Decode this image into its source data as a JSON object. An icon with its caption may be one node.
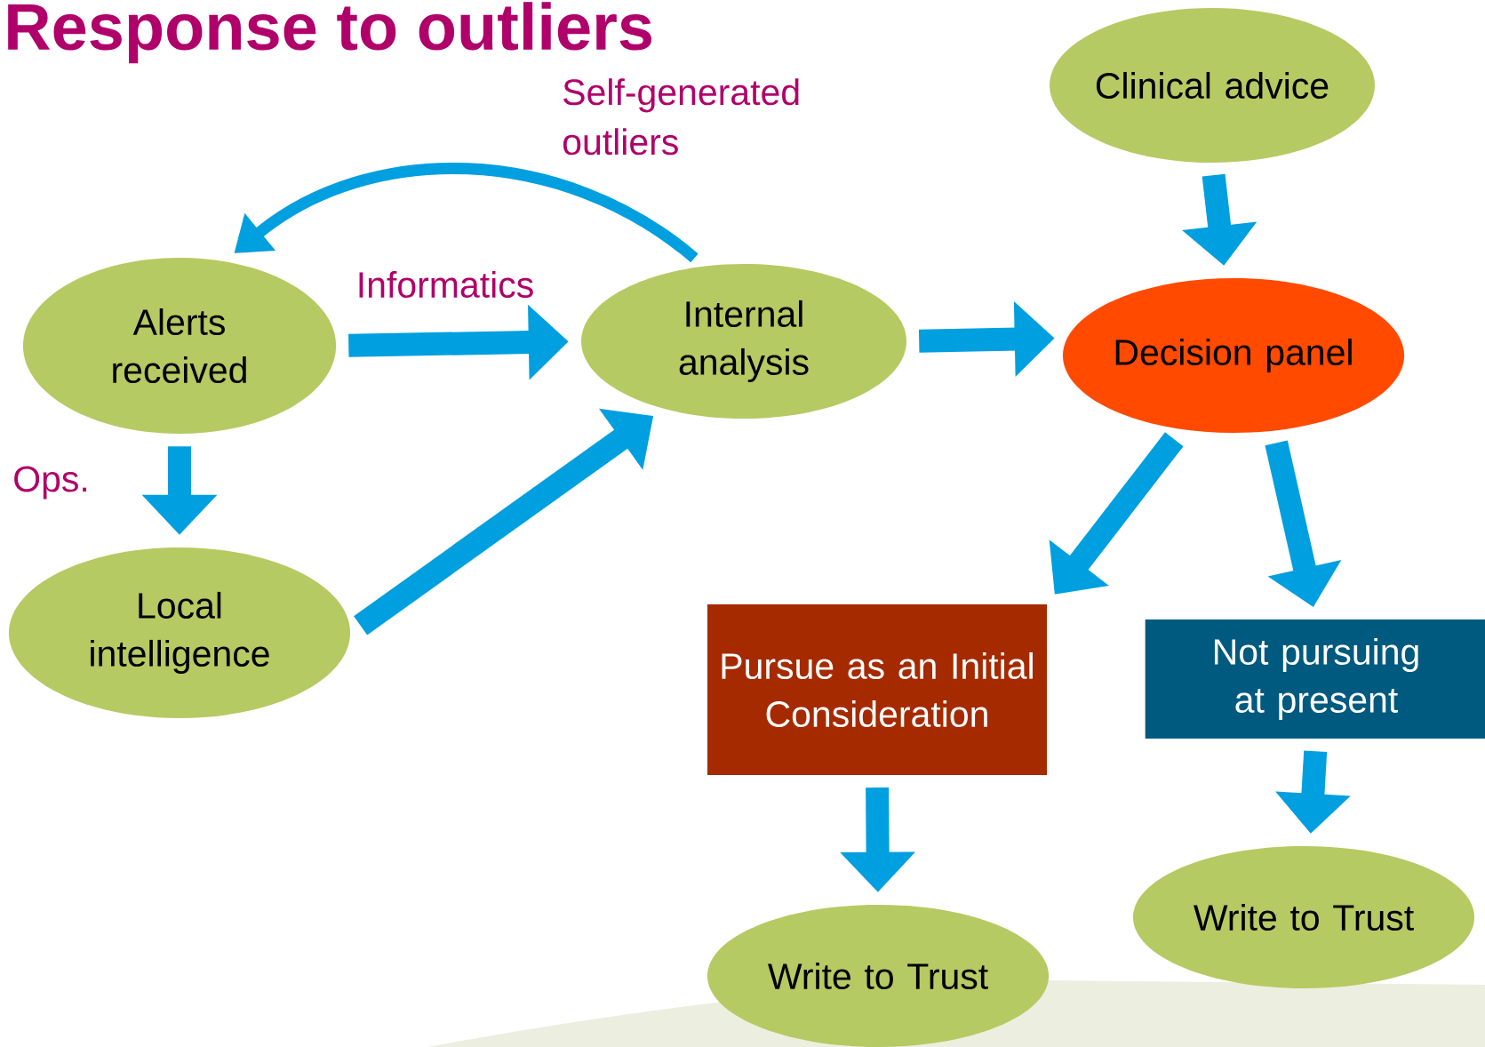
{
  "diagram": {
    "title": "Response to outliers",
    "nodes": [
      {
        "text": [
          "Alerts received"
        ]
      },
      {
        "text": [
          "Internal analysis"
        ]
      },
      {
        "text": [
          "Local intelligence"
        ]
      },
      {
        "text": [
          "Clinical advice"
        ]
      },
      {
        "text": [
          "Decision panel"
        ]
      },
      {
        "text": [
          "Pursue as an Initial Consideration"
        ]
      },
      {
        "text": [
          "Not pursuing at present"
        ]
      },
      {
        "text": [
          "Write to Trust"
        ]
      },
      {
        "text": [
          "Write to Trust"
        ]
      }
    ],
    "edges": [
      {
        "from": 0,
        "to": 1,
        "arrow": "to",
        "label": "Informatics"
      },
      {
        "from": 0,
        "to": 2,
        "arrow": "to",
        "label": "Ops."
      },
      {
        "from": 2,
        "to": 1,
        "arrow": "to"
      },
      {
        "from": 1,
        "to": 4,
        "arrow": "to"
      },
      {
        "from": 3,
        "to": 4,
        "arrow": "to"
      },
      {
        "from": 4,
        "to": 5,
        "arrow": "to"
      },
      {
        "from": 4,
        "to": 6,
        "arrow": "to"
      },
      {
        "from": 5,
        "to": 7,
        "arrow": "to"
      },
      {
        "from": 6,
        "to": 8,
        "arrow": "to"
      },
      {
        "from": 1,
        "to": 0,
        "arrow": "to",
        "label": "Self-generated outliers"
      }
    ]
  }
}
